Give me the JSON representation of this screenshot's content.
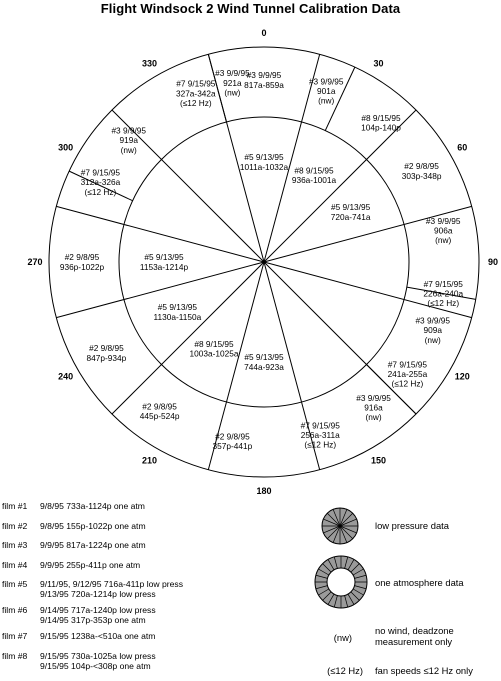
{
  "title": "Flight Windsock 2 Wind Tunnel Calibration Data",
  "angles": [
    {
      "label": "0",
      "deg": 0
    },
    {
      "label": "30",
      "deg": 30
    },
    {
      "label": "60",
      "deg": 60
    },
    {
      "label": "90",
      "deg": 90
    },
    {
      "label": "120",
      "deg": 120
    },
    {
      "label": "150",
      "deg": 150
    },
    {
      "label": "180",
      "deg": 180
    },
    {
      "label": "210",
      "deg": 210
    },
    {
      "label": "240",
      "deg": 240
    },
    {
      "label": "270",
      "deg": 270
    },
    {
      "label": "300",
      "deg": 300
    },
    {
      "label": "330",
      "deg": 330
    }
  ],
  "sectors": [
    {
      "ring": "inner",
      "deg": 0,
      "lines": [
        "#5 9/13/95",
        "1011a-1032a"
      ]
    },
    {
      "ring": "inner",
      "deg": 30,
      "lines": [
        "#8 9/15/95",
        "936a-1001a"
      ]
    },
    {
      "ring": "inner",
      "deg": 60,
      "lines": [
        "#5 9/13/95",
        "720a-741a"
      ]
    },
    {
      "ring": "inner",
      "deg": 180,
      "lines": [
        "#5 9/13/95",
        "744a-923a"
      ]
    },
    {
      "ring": "inner",
      "deg": 210,
      "lines": [
        "#8 9/15/95",
        "1003a-1025a"
      ]
    },
    {
      "ring": "inner",
      "deg": 240,
      "lines": [
        "#5 9/13/95",
        "1130a-1150a"
      ]
    },
    {
      "ring": "inner",
      "deg": 270,
      "lines": [
        "#5 9/13/95",
        "1153a-1214p"
      ]
    },
    {
      "ring": "outer",
      "deg": 0,
      "lines": [
        "#3 9/9/95",
        "817a-859a"
      ]
    },
    {
      "ring": "outer",
      "deg": 20,
      "lines": [
        "#3 9/9/95",
        "901a",
        "(nw)"
      ]
    },
    {
      "ring": "outer",
      "deg": 40,
      "lines": [
        "#8 9/15/95",
        "104p-140p"
      ]
    },
    {
      "ring": "outer",
      "deg": 60,
      "lines": [
        "#2 9/8/95",
        "303p-348p"
      ]
    },
    {
      "ring": "outer",
      "deg": 80,
      "lines": [
        "#3 9/9/95",
        "906a",
        "(nw)"
      ]
    },
    {
      "ring": "outer",
      "deg": 100,
      "lines": [
        "#7 9/15/95",
        "226a-240a",
        "(≤12 Hz)"
      ]
    },
    {
      "ring": "outer",
      "deg": 112,
      "lines": [
        "#3 9/9/95",
        "909a",
        "(nw)"
      ]
    },
    {
      "ring": "outer",
      "deg": 128,
      "lines": [
        "#7 9/15/95",
        "241a-255a",
        "(≤12 Hz)"
      ]
    },
    {
      "ring": "outer",
      "deg": 143,
      "lines": [
        "#3 9/9/95",
        "916a",
        "(nw)"
      ]
    },
    {
      "ring": "outer",
      "deg": 162,
      "lines": [
        "#7 9/15/95",
        "256a-311a",
        "(≤12 Hz)"
      ]
    },
    {
      "ring": "outer",
      "deg": 190,
      "lines": [
        "#2 9/8/95",
        "357p-441p"
      ]
    },
    {
      "ring": "outer",
      "deg": 215,
      "lines": [
        "#2 9/8/95",
        "445p-524p"
      ]
    },
    {
      "ring": "outer",
      "deg": 240,
      "lines": [
        "#2 9/8/95",
        "847p-934p"
      ]
    },
    {
      "ring": "outer",
      "deg": 270,
      "lines": [
        "#2 9/8/95",
        "936p-1022p"
      ]
    },
    {
      "ring": "outer",
      "deg": 296,
      "lines": [
        "#7 9/15/95",
        "312a-326a",
        "(≤12 Hz)"
      ]
    },
    {
      "ring": "outer",
      "deg": 312,
      "lines": [
        "#3 9/9/95",
        "919a",
        "(nw)"
      ]
    },
    {
      "ring": "outer",
      "deg": 338,
      "lines": [
        "#7 9/15/95",
        "327a-342a",
        "(≤12 Hz)"
      ]
    },
    {
      "ring": "outer",
      "deg": 350,
      "lines": [
        "#3 9/9/95",
        "921a",
        "(nw)"
      ]
    }
  ],
  "films": [
    {
      "label": "film #1",
      "lines": [
        "9/8/95 733a-1124p one atm"
      ]
    },
    {
      "label": "film #2",
      "lines": [
        "9/8/95 155p-1022p one atm"
      ]
    },
    {
      "label": "film #3",
      "lines": [
        "9/9/95 817a-1224p one atm"
      ]
    },
    {
      "label": "film #4",
      "lines": [
        "9/9/95 255p-411p one atm"
      ]
    },
    {
      "label": "film #5",
      "lines": [
        "9/11/95, 9/12/95 716a-411p low press",
        "9/13/95 720a-1214p low press"
      ]
    },
    {
      "label": "film #6",
      "lines": [
        "9/14/95 717a-1240p low press",
        "9/14/95 317p-353p one atm"
      ]
    },
    {
      "label": "film #7",
      "lines": [
        "9/15/95 1238a-<510a one atm"
      ]
    },
    {
      "label": "film #8",
      "lines": [
        "9/15/95 730a-1025a low press",
        "9/15/95 104p-<308p one atm"
      ]
    }
  ],
  "legend": {
    "low_pressure": "low pressure data",
    "one_atm": "one atmosphere data",
    "nw_abbr": "(nw)",
    "nw_desc": [
      "no wind, deadzone",
      "measurement only"
    ],
    "hz_abbr": "(≤12 Hz)",
    "hz_desc": "fan speeds ≤12 Hz only"
  }
}
